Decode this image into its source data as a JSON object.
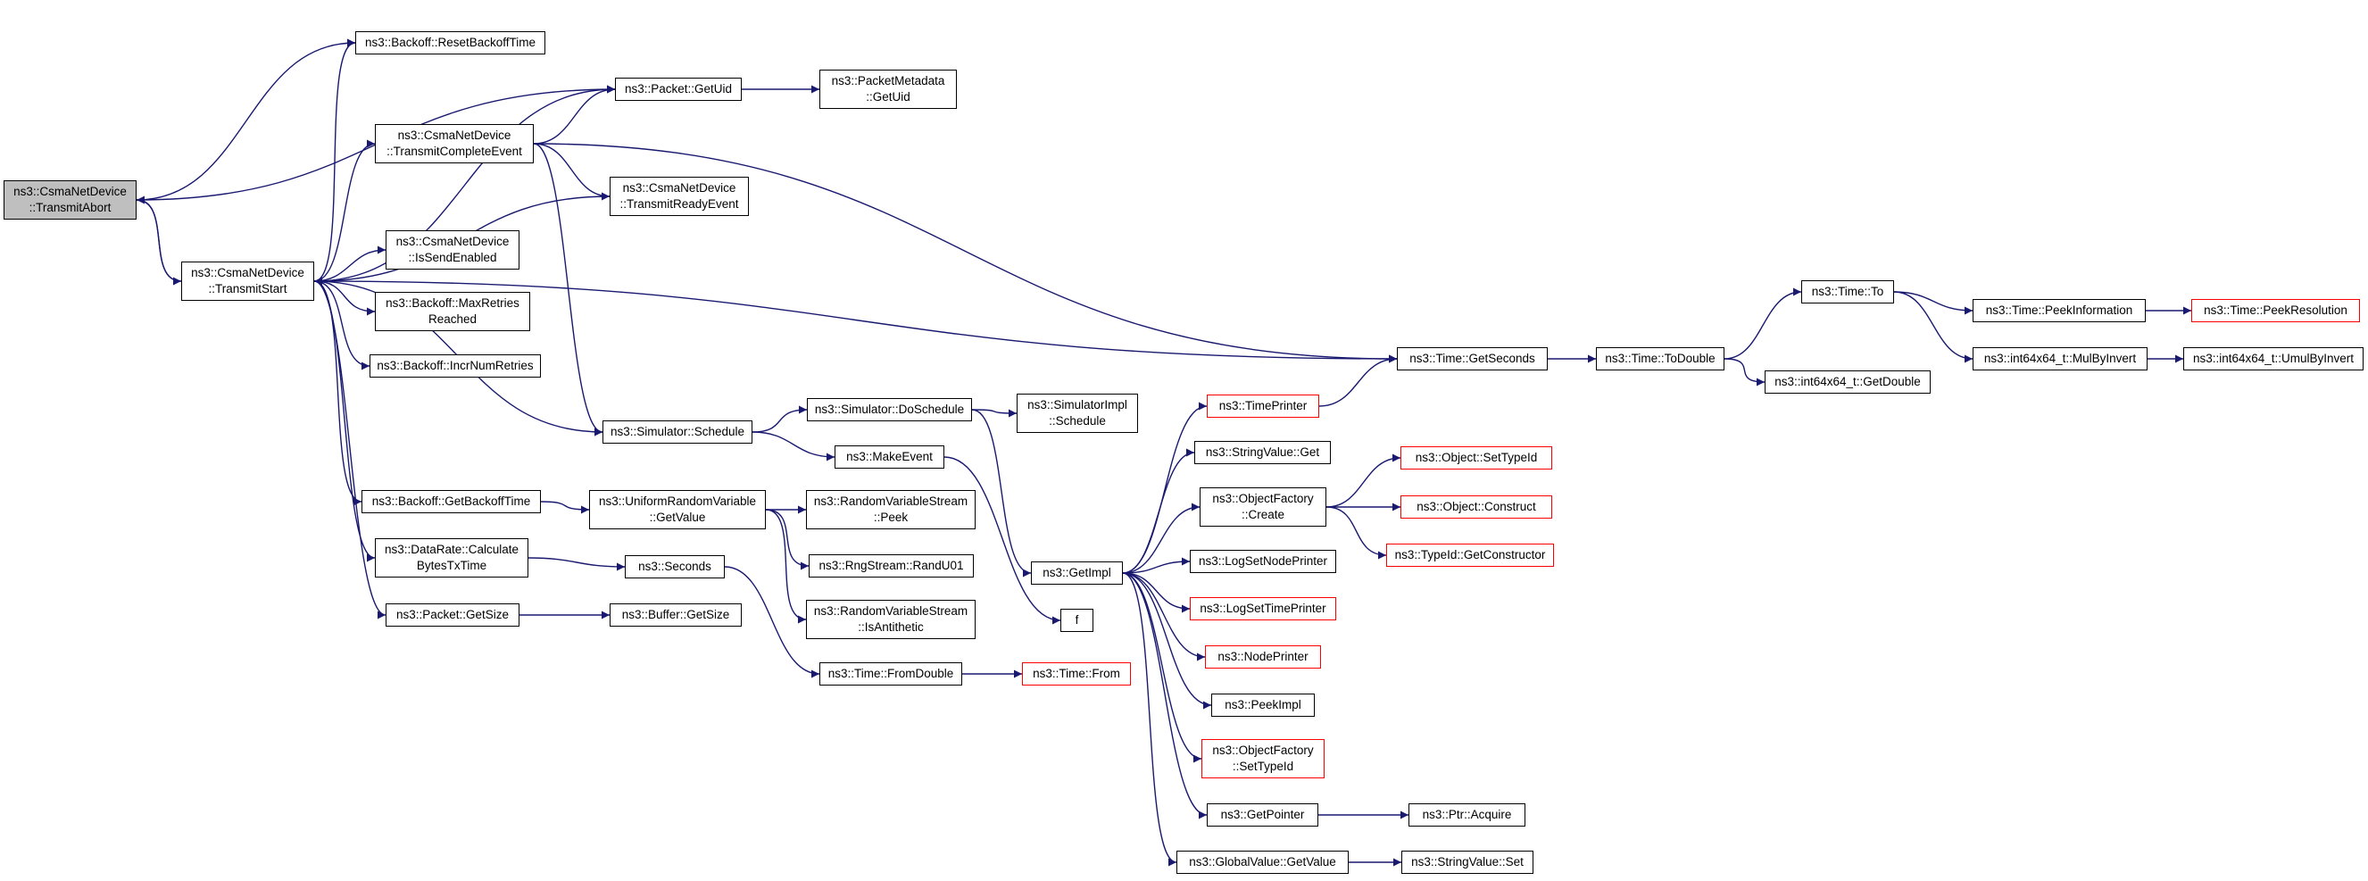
{
  "theme": {
    "edge": "#191970",
    "border": "#000000",
    "truncated_border": "#ff0000",
    "root_fill": "#bfbfbf"
  },
  "nodes": {
    "transmit_abort": [
      "ns3::CsmaNetDevice",
      "::TransmitAbort"
    ],
    "transmit_start": [
      "ns3::CsmaNetDevice",
      "::TransmitStart"
    ],
    "reset_backoff_time": [
      "ns3::Backoff::ResetBackoffTime"
    ],
    "packet_get_uid": [
      "ns3::Packet::GetUid"
    ],
    "packet_metadata_get_uid": [
      "ns3::PacketMetadata",
      "::GetUid"
    ],
    "transmit_complete_event": [
      "ns3::CsmaNetDevice",
      "::TransmitCompleteEvent"
    ],
    "transmit_ready_event": [
      "ns3::CsmaNetDevice",
      "::TransmitReadyEvent"
    ],
    "is_send_enabled": [
      "ns3::CsmaNetDevice",
      "::IsSendEnabled"
    ],
    "max_retries_reached": [
      "ns3::Backoff::MaxRetries",
      "Reached"
    ],
    "incr_num_retries": [
      "ns3::Backoff::IncrNumRetries"
    ],
    "simulator_schedule": [
      "ns3::Simulator::Schedule"
    ],
    "get_backoff_time": [
      "ns3::Backoff::GetBackoffTime"
    ],
    "calculate_bytes_tx_time": [
      "ns3::DataRate::Calculate",
      "BytesTxTime"
    ],
    "packet_get_size": [
      "ns3::Packet::GetSize"
    ],
    "do_schedule": [
      "ns3::Simulator::DoSchedule"
    ],
    "make_event": [
      "ns3::MakeEvent"
    ],
    "simulator_impl_schedule": [
      "ns3::SimulatorImpl",
      "::Schedule"
    ],
    "uniform_get_value": [
      "ns3::UniformRandomVariable",
      "::GetValue"
    ],
    "rvs_peek": [
      "ns3::RandomVariableStream",
      "::Peek"
    ],
    "rng_rand_u01": [
      "ns3::RngStream::RandU01"
    ],
    "rvs_is_antithetic": [
      "ns3::RandomVariableStream",
      "::IsAntithetic"
    ],
    "seconds": [
      "ns3::Seconds"
    ],
    "buffer_get_size": [
      "ns3::Buffer::GetSize"
    ],
    "time_from_double": [
      "ns3::Time::FromDouble"
    ],
    "time_from": [
      "ns3::Time::From"
    ],
    "get_impl": [
      "ns3::GetImpl"
    ],
    "f": [
      "f"
    ],
    "time_printer": [
      "ns3::TimePrinter"
    ],
    "string_value_get": [
      "ns3::StringValue::Get"
    ],
    "object_factory_create": [
      "ns3::ObjectFactory",
      "::Create"
    ],
    "log_set_node_printer": [
      "ns3::LogSetNodePrinter"
    ],
    "log_set_time_printer": [
      "ns3::LogSetTimePrinter"
    ],
    "node_printer": [
      "ns3::NodePrinter"
    ],
    "peek_impl": [
      "ns3::PeekImpl"
    ],
    "object_factory_set_type_id": [
      "ns3::ObjectFactory",
      "::SetTypeId"
    ],
    "get_pointer": [
      "ns3::GetPointer"
    ],
    "global_value_get_value": [
      "ns3::GlobalValue::GetValue"
    ],
    "ptr_acquire": [
      "ns3::Ptr::Acquire"
    ],
    "string_value_set": [
      "ns3::StringValue::Set"
    ],
    "object_set_type_id": [
      "ns3::Object::SetTypeId"
    ],
    "object_construct": [
      "ns3::Object::Construct"
    ],
    "type_id_get_constructor": [
      "ns3::TypeId::GetConstructor"
    ],
    "time_get_seconds": [
      "ns3::Time::GetSeconds"
    ],
    "time_to_double": [
      "ns3::Time::ToDouble"
    ],
    "time_to": [
      "ns3::Time::To"
    ],
    "int64x64_get_double": [
      "ns3::int64x64_t::GetDouble"
    ],
    "time_peek_information": [
      "ns3::Time::PeekInformation"
    ],
    "time_peek_resolution": [
      "ns3::Time::PeekResolution"
    ],
    "int64x64_mul_by_invert": [
      "ns3::int64x64_t::MulByInvert"
    ],
    "int64x64_umul_by_invert": [
      "ns3::int64x64_t::UmulByInvert"
    ]
  },
  "edges": [
    [
      "transmit_abort",
      "transmit_start"
    ],
    [
      "transmit_abort",
      "reset_backoff_time"
    ],
    [
      "transmit_abort",
      "packet_get_uid"
    ],
    [
      "transmit_start",
      "transmit_abort"
    ],
    [
      "transmit_start",
      "reset_backoff_time"
    ],
    [
      "transmit_start",
      "packet_get_uid"
    ],
    [
      "transmit_start",
      "transmit_complete_event"
    ],
    [
      "transmit_start",
      "is_send_enabled"
    ],
    [
      "transmit_start",
      "max_retries_reached"
    ],
    [
      "transmit_start",
      "incr_num_retries"
    ],
    [
      "transmit_start",
      "time_get_seconds"
    ],
    [
      "transmit_start",
      "simulator_schedule"
    ],
    [
      "transmit_start",
      "get_backoff_time"
    ],
    [
      "transmit_start",
      "calculate_bytes_tx_time"
    ],
    [
      "transmit_start",
      "packet_get_size"
    ],
    [
      "transmit_complete_event",
      "packet_get_uid"
    ],
    [
      "transmit_complete_event",
      "transmit_ready_event"
    ],
    [
      "transmit_complete_event",
      "time_get_seconds"
    ],
    [
      "transmit_complete_event",
      "simulator_schedule"
    ],
    [
      "transmit_ready_event",
      "transmit_start"
    ],
    [
      "packet_get_uid",
      "packet_metadata_get_uid"
    ],
    [
      "simulator_schedule",
      "do_schedule"
    ],
    [
      "simulator_schedule",
      "make_event"
    ],
    [
      "get_backoff_time",
      "uniform_get_value"
    ],
    [
      "uniform_get_value",
      "rvs_peek"
    ],
    [
      "uniform_get_value",
      "rng_rand_u01"
    ],
    [
      "uniform_get_value",
      "rvs_is_antithetic"
    ],
    [
      "calculate_bytes_tx_time",
      "seconds"
    ],
    [
      "seconds",
      "time_from_double"
    ],
    [
      "packet_get_size",
      "buffer_get_size"
    ],
    [
      "do_schedule",
      "simulator_impl_schedule"
    ],
    [
      "do_schedule",
      "get_impl"
    ],
    [
      "make_event",
      "f"
    ],
    [
      "time_from_double",
      "time_from"
    ],
    [
      "get_impl",
      "time_printer"
    ],
    [
      "get_impl",
      "string_value_get"
    ],
    [
      "get_impl",
      "object_factory_create"
    ],
    [
      "get_impl",
      "log_set_node_printer"
    ],
    [
      "get_impl",
      "log_set_time_printer"
    ],
    [
      "get_impl",
      "node_printer"
    ],
    [
      "get_impl",
      "peek_impl"
    ],
    [
      "get_impl",
      "object_factory_set_type_id"
    ],
    [
      "get_impl",
      "get_pointer"
    ],
    [
      "get_impl",
      "global_value_get_value"
    ],
    [
      "time_printer",
      "time_get_seconds"
    ],
    [
      "object_factory_create",
      "object_set_type_id"
    ],
    [
      "object_factory_create",
      "object_construct"
    ],
    [
      "object_factory_create",
      "type_id_get_constructor"
    ],
    [
      "get_pointer",
      "ptr_acquire"
    ],
    [
      "global_value_get_value",
      "string_value_set"
    ],
    [
      "time_get_seconds",
      "time_to_double"
    ],
    [
      "time_to_double",
      "time_to"
    ],
    [
      "time_to_double",
      "int64x64_get_double"
    ],
    [
      "time_to",
      "time_peek_information"
    ],
    [
      "time_to",
      "int64x64_mul_by_invert"
    ],
    [
      "time_peek_information",
      "time_peek_resolution"
    ],
    [
      "int64x64_mul_by_invert",
      "int64x64_umul_by_invert"
    ]
  ]
}
